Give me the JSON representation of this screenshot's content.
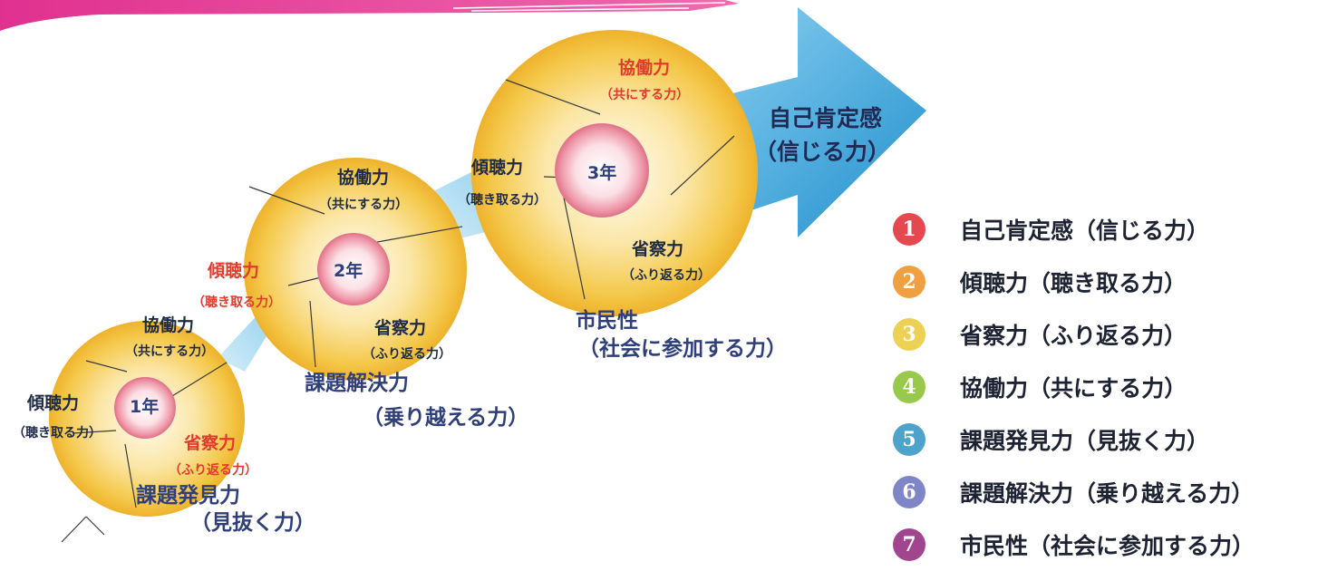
{
  "diagram": {
    "arrow_text": {
      "line1": "自己肯定感",
      "line2": "（信じる力）"
    },
    "year1": {
      "year": "1年",
      "kyodo": "協働力",
      "kyodo_sub": "（共にする力）",
      "keicho": "傾聴力",
      "keicho_sub": "（聴き取る力）",
      "seisatsu": "省察力",
      "seisatsu_sub": "（ふり返る力）",
      "kadai": "課題発見力",
      "kadai_sub": "（見抜く力）"
    },
    "year2": {
      "year": "2年",
      "kyodo": "協働力",
      "kyodo_sub": "（共にする力）",
      "keicho": "傾聴力",
      "keicho_sub": "（聴き取る力）",
      "seisatsu": "省察力",
      "seisatsu_sub": "（ふり返る力）",
      "kaiketsu": "課題解決力",
      "kaiketsu_sub": "（乗り越える力）"
    },
    "year3": {
      "year": "3年",
      "kyodo": "協働力",
      "kyodo_sub": "（共にする力）",
      "keicho": "傾聴力",
      "keicho_sub": "（聴き取る力）",
      "seisatsu": "省察力",
      "seisatsu_sub": "（ふり返る力）",
      "shimin": "市民性",
      "shimin_sub": "（社会に参加する力）"
    },
    "colors": {
      "header_band": "#e6399b",
      "arrow": "#2f9ed6",
      "sphere": "#f2c33c",
      "highlight": "#e23a2c",
      "core": "#e57a8e"
    }
  },
  "legend": [
    {
      "num": "1",
      "label": "自己肯定感（信じる力）",
      "color": "#e5484f"
    },
    {
      "num": "2",
      "label": "傾聴力（聴き取る力）",
      "color": "#f0a040"
    },
    {
      "num": "3",
      "label": "省察力（ふり返る力）",
      "color": "#ecd155"
    },
    {
      "num": "4",
      "label": "協働力（共にする力）",
      "color": "#98c94a"
    },
    {
      "num": "5",
      "label": "課題発見力（見抜く力）",
      "color": "#4da3c9"
    },
    {
      "num": "6",
      "label": "課題解決力（乗り越える力）",
      "color": "#7f86c7"
    },
    {
      "num": "7",
      "label": "市民性（社会に参加する力）",
      "color": "#a0458e"
    }
  ]
}
